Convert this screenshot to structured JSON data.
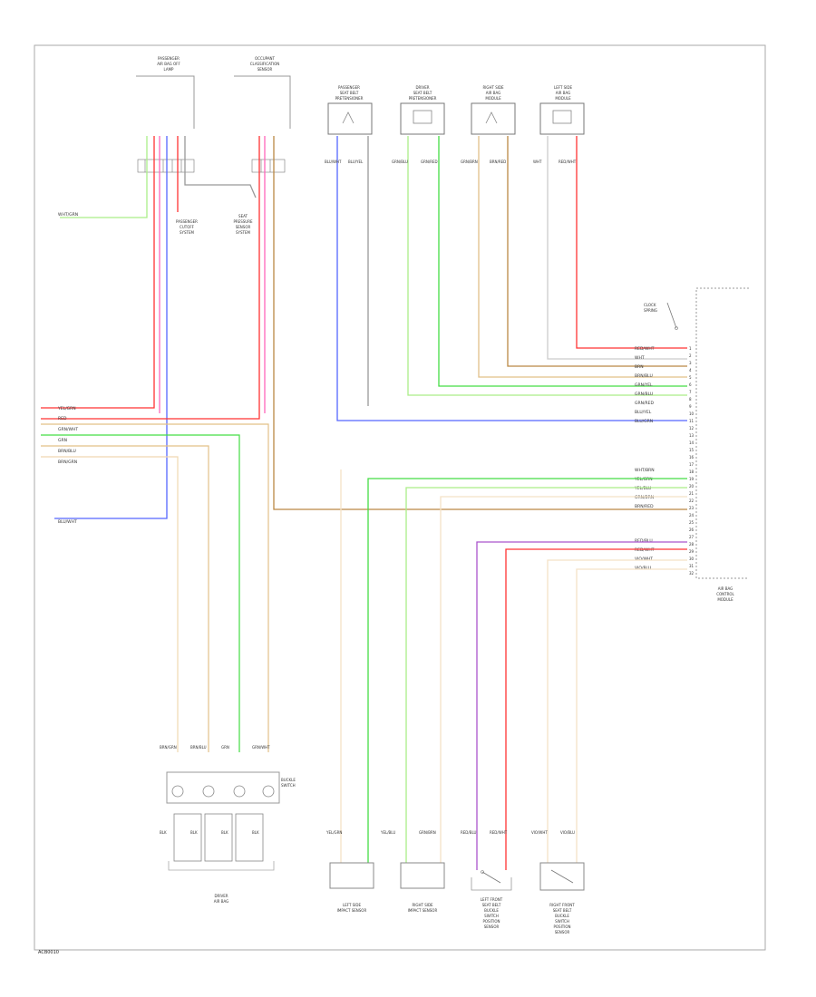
{
  "diagram_ref": "ACB0010",
  "components": {
    "passenger_airbag_cutoff_lamp": [
      "PASSENGER",
      "AIR BAG OFF",
      "LAMP"
    ],
    "occupant_classification_sensor": [
      "OCCUPANT",
      "CLASSIFICATION",
      "SENSOR"
    ],
    "passenger_seat_belt_pretensioner": [
      "PASSENGER",
      "SEAT BELT",
      "PRETENSIONER"
    ],
    "driver_seat_belt_pretensioner": [
      "DRIVER",
      "SEAT BELT",
      "PRETENSIONER"
    ],
    "right_side_airbag_module": [
      "RIGHT SIDE",
      "AIR BAG",
      "MODULE"
    ],
    "left_side_airbag_module": [
      "LEFT SIDE",
      "AIR BAG",
      "MODULE"
    ],
    "buckle_switch": [
      "BUCKLE",
      "SWITCH"
    ],
    "airbag_control_module": [
      "AIR BAG",
      "CONTROL",
      "MODULE"
    ],
    "passenger_cutoff_label": [
      "PASSENGER",
      "CUTOFF",
      "SYSTEM"
    ],
    "seat_pressure_label": [
      "SEAT",
      "PRESSURE",
      "SENSOR",
      "SYSTEM"
    ],
    "clockspring_label": [
      "CLOCK",
      "SPRING"
    ],
    "driver_airbag": [
      "DRIVER",
      "AIR BAG"
    ],
    "left_side_impact_sensor": [
      "LEFT SIDE",
      "IMPACT SENSOR"
    ],
    "right_side_impact_sensor": [
      "RIGHT SIDE",
      "IMPACT SENSOR"
    ],
    "left_front_switch": [
      "LEFT FRONT",
      "SEAT BELT",
      "BUCKLE",
      "SWITCH",
      "POSITION",
      "SENSOR"
    ],
    "right_front_switch": [
      "RIGHT FRONT",
      "SEAT BELT",
      "BUCKLE",
      "SWITCH",
      "POSITION",
      "SENSOR"
    ]
  },
  "left_wire_labels": [
    "YEL/GRN",
    "RED",
    "GRN/WHT",
    "GRN",
    "BRN/BLU",
    "BRN/GRN"
  ],
  "left_blue_label": "BLU/WHT",
  "left_top_label": "WHT/GRN",
  "module_labels_top": [
    "RED/WHT",
    "WHT",
    "BRN",
    "BRN/BLU",
    "GRN/YEL",
    "GRN/BLU",
    "GRN/RED",
    "BLU/YEL",
    "BLU/GRN"
  ],
  "module_labels_mid": [
    "WHT/BRN",
    "YEL/GRN",
    "YEL/BLU",
    "GRN/BRN",
    "BRN/RED"
  ],
  "module_labels_bot": [
    "RED/BLU",
    "RED/WHT",
    "VIO/WHT",
    "VIO/BLU"
  ],
  "pin_labels": [
    "1",
    "2",
    "3",
    "4",
    "5",
    "6",
    "7",
    "8",
    "9",
    "10",
    "11",
    "12",
    "13",
    "14",
    "15",
    "16",
    "17",
    "18",
    "19",
    "20",
    "21",
    "22",
    "23",
    "24",
    "25",
    "26",
    "27",
    "28",
    "29",
    "30",
    "31",
    "32"
  ],
  "top_wire_labels": [
    "BLU/WHT",
    "BLU/YEL",
    "GRN/BLU",
    "GRN/RED",
    "GRN/BRN",
    "BRN/RED",
    "WHT",
    "RED/WHT"
  ],
  "buckle_top_labels": [
    "BRN/GRN",
    "BRN/BLU",
    "GRN",
    "GRN/WHT"
  ],
  "buckle_mid_labels": [
    "BLK",
    "BLK",
    "BLK",
    "BLK"
  ],
  "bottom_wire_labels": [
    "YEL/GRN",
    "YEL/BLU",
    "GRN/BRN",
    "RED/BLU",
    "RED/WHT",
    "VIO/WHT",
    "VIO/BLU"
  ],
  "colors": {
    "red": "#ff3333",
    "pink": "#ff66bb",
    "blue": "#5566ff",
    "violet": "#aa55cc",
    "green": "#44dd44",
    "light_green": "#aaee88",
    "brown": "#bb8844",
    "tan": "#e2c088",
    "light_tan": "#f0d8b0",
    "gray": "#999999",
    "light_gray": "#cccccc",
    "wire_pale": "#f4e2c6"
  }
}
